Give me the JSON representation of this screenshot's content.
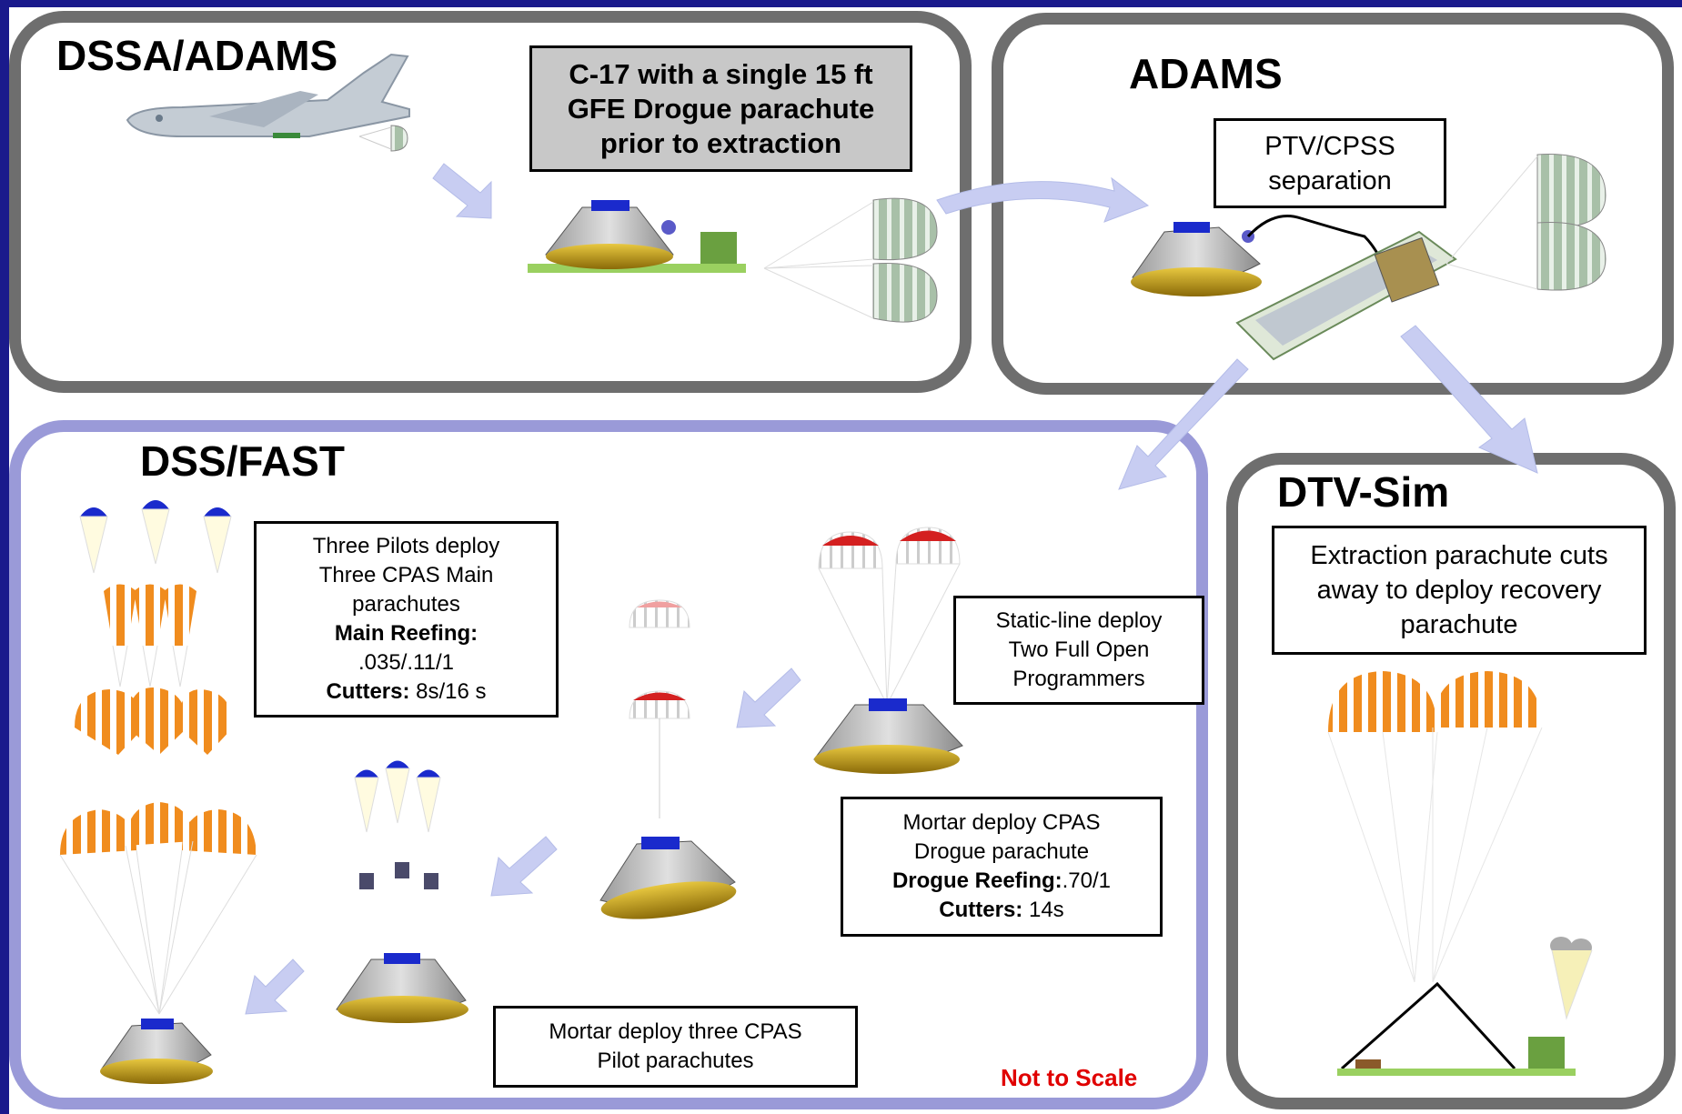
{
  "panels": {
    "dssa_adams": {
      "title": "DSSA/ADAMS",
      "box_lines": [
        "C-17 with a single 15 ft",
        "GFE Drogue parachute",
        "prior to extraction"
      ]
    },
    "adams": {
      "title": "ADAMS",
      "box_lines": [
        "PTV/CPSS",
        "separation"
      ]
    },
    "dss_fast": {
      "title": "DSS/FAST",
      "pilots_box": {
        "line1": "Three Pilots deploy",
        "line2": "Three CPAS Main",
        "line3": "parachutes",
        "reefing_label": "Main Reefing:",
        "reefing_value": ".035/.11/1",
        "cutters_label": "Cutters:",
        "cutters_value": " 8s/16 s"
      },
      "static_line_box": [
        "Static-line deploy",
        "Two Full Open",
        "Programmers"
      ],
      "drogue_box": {
        "line1": "Mortar deploy CPAS",
        "line2": "Drogue parachute",
        "reefing_label": "Drogue Reefing:",
        "reefing_value": ".70/1",
        "cutters_label": "Cutters:",
        "cutters_value": " 14s"
      },
      "pilot_chutes_box": [
        "Mortar deploy three CPAS",
        "Pilot parachutes"
      ],
      "note": "Not to Scale"
    },
    "dtv_sim": {
      "title": "DTV-Sim",
      "box_lines": [
        "Extraction parachute cuts",
        "away to deploy recovery",
        "parachute"
      ]
    }
  },
  "colors": {
    "frame": "#1a1a8c",
    "panel_border_gray": "#6e6e6e",
    "panel_border_blue": "#9a9ad8",
    "arrow": "#c8cdf2",
    "note": "#e00000",
    "chute_orange": "#f08c1e",
    "chute_green": "#a8c0a8",
    "chute_red": "#d42020",
    "capsule_gold": "#c8a012",
    "capsule_blue": "#1a2acc"
  },
  "icons": [
    "c17-aircraft-icon",
    "capsule-icon",
    "parachute-icon",
    "pallet-icon",
    "arrow-icon"
  ]
}
